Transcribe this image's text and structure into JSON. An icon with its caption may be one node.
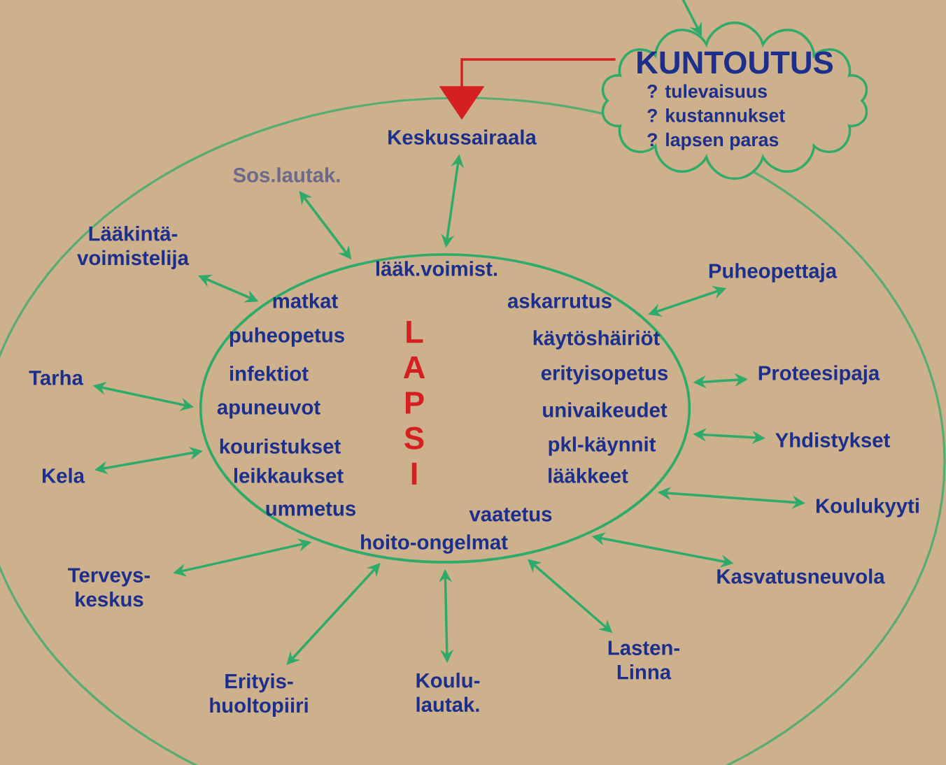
{
  "diagram": {
    "nodes": [
      {
        "text": [
          "lääk.voimist.",
          "matkat",
          "askarrutus",
          "puheopetus",
          "LAPSI",
          "käytöshäiriöt",
          "infektiot",
          "erityisopetus",
          "apuneuvot",
          "univaikeudet",
          "kouristukset",
          "pkl-käynnit",
          "leikkaukset",
          "lääkkeet",
          "ummetus",
          "vaatetus",
          "hoito-ongelmat"
        ]
      },
      {
        "text": [
          "Keskussairaala"
        ]
      },
      {
        "text": [
          "KUNTOUTUS",
          "? tulevaisuus",
          "? kustannukset",
          "? lapsen paras"
        ]
      },
      {
        "text": [
          "Sos.lautak."
        ]
      },
      {
        "text": [
          "Lääkintä- voimistelija"
        ]
      },
      {
        "text": [
          "Puheopettaja"
        ]
      },
      {
        "text": [
          "Tarha"
        ]
      },
      {
        "text": [
          "Proteesipaja"
        ]
      },
      {
        "text": [
          "Yhdistykset"
        ]
      },
      {
        "text": [
          "Kela"
        ]
      },
      {
        "text": [
          "Koulukyyti"
        ]
      },
      {
        "text": [
          "Terveys- keskus"
        ]
      },
      {
        "text": [
          "Kasvatusneuvola"
        ]
      },
      {
        "text": [
          "Erityis- huoltopiiri"
        ]
      },
      {
        "text": [
          "Koulu- lautak."
        ]
      },
      {
        "text": [
          "Lasten- Linna"
        ]
      }
    ],
    "edges": [
      {
        "from": 1,
        "to": 0,
        "arrow": "both"
      },
      {
        "from": 3,
        "to": 0,
        "arrow": "both"
      },
      {
        "from": 4,
        "to": 0,
        "arrow": "both"
      },
      {
        "from": 5,
        "to": 0,
        "arrow": "both"
      },
      {
        "from": 6,
        "to": 0,
        "arrow": "both"
      },
      {
        "from": 7,
        "to": 0,
        "arrow": "both"
      },
      {
        "from": 8,
        "to": 0,
        "arrow": "both"
      },
      {
        "from": 9,
        "to": 0,
        "arrow": "both"
      },
      {
        "from": 10,
        "to": 0,
        "arrow": "both"
      },
      {
        "from": 11,
        "to": 0,
        "arrow": "both"
      },
      {
        "from": 12,
        "to": 0,
        "arrow": "both"
      },
      {
        "from": 13,
        "to": 0,
        "arrow": "both"
      },
      {
        "from": 14,
        "to": 0,
        "arrow": "both"
      },
      {
        "from": 15,
        "to": 0,
        "arrow": "both"
      },
      {
        "from": 2,
        "to": 1,
        "arrow": "to",
        "color": "#d42020"
      },
      {
        "from": null,
        "to": 2,
        "arrow": "to"
      }
    ]
  }
}
